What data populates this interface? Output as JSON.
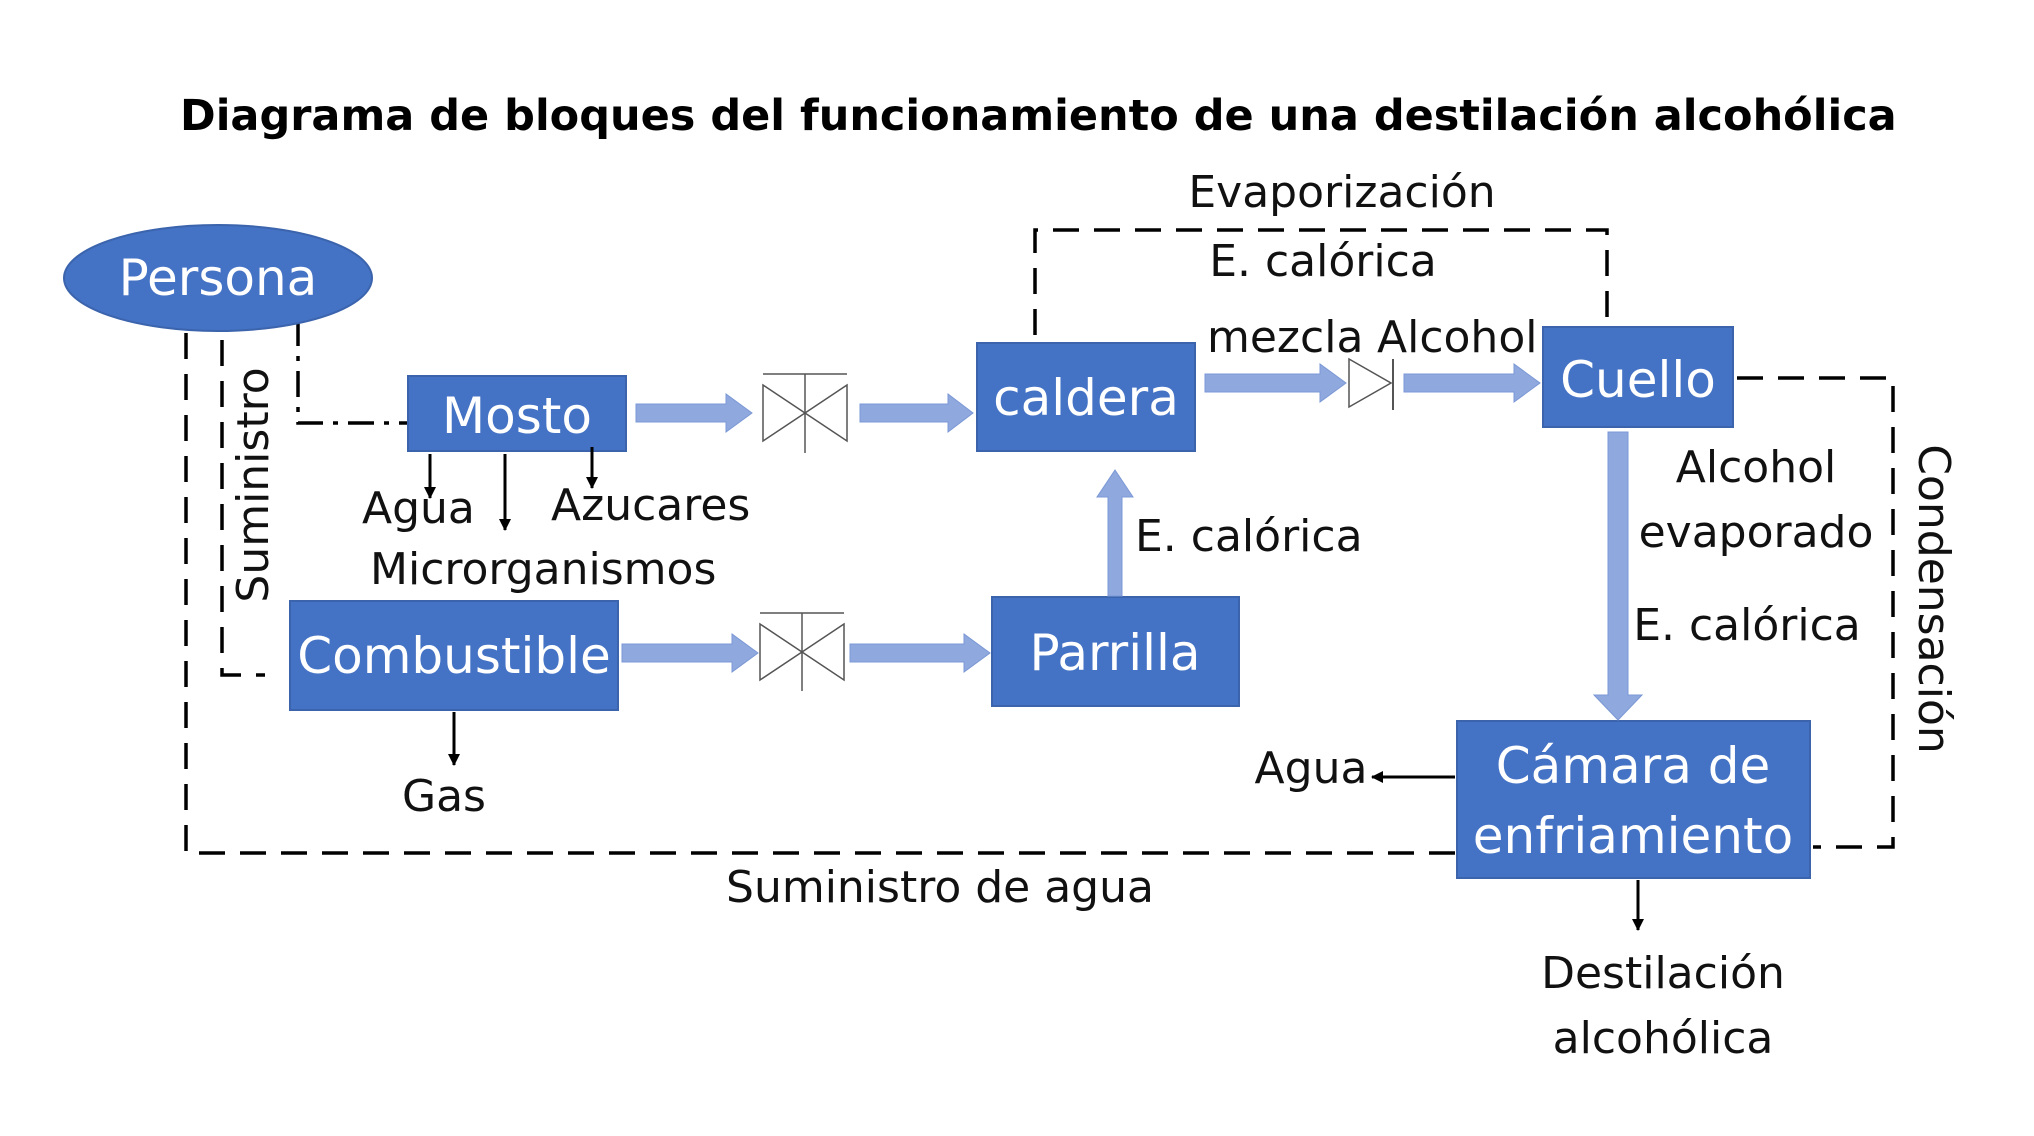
{
  "title": "Diagrama de bloques del funcionamiento de una destilación alcohólica",
  "colors": {
    "block": "#4472c4",
    "flow_arrow": "#8fa8dd",
    "text": "#000000"
  },
  "nodes": {
    "persona": "Persona",
    "mosto": "Mosto",
    "combustible": "Combustible",
    "caldera": "caldera",
    "parrilla": "Parrilla",
    "cuello": "Cuello",
    "camara_line1": "Cámara de",
    "camara_line2": "enfriamiento"
  },
  "labels": {
    "evaporizacion": "Evaporización",
    "e_calorica_top": "E. calórica",
    "mezcla": "mezcla",
    "alcohol": "Alcohol",
    "suministro": "Suministro",
    "agua_mosto": "Agua",
    "azucares": "Azucares",
    "microrganismos": "Microrganismos",
    "e_calorica_parrilla": "E. calórica",
    "gas": "Gas",
    "alcohol_evap_line1": "Alcohol",
    "alcohol_evap_line2": "evaporado",
    "e_calorica_cuello": "E. calórica",
    "condensacion": "Condensación",
    "agua_out": "Agua",
    "suministro_agua": "Suministro de agua",
    "destilacion_line1": "Destilación",
    "destilacion_line2": "alcohólica"
  }
}
